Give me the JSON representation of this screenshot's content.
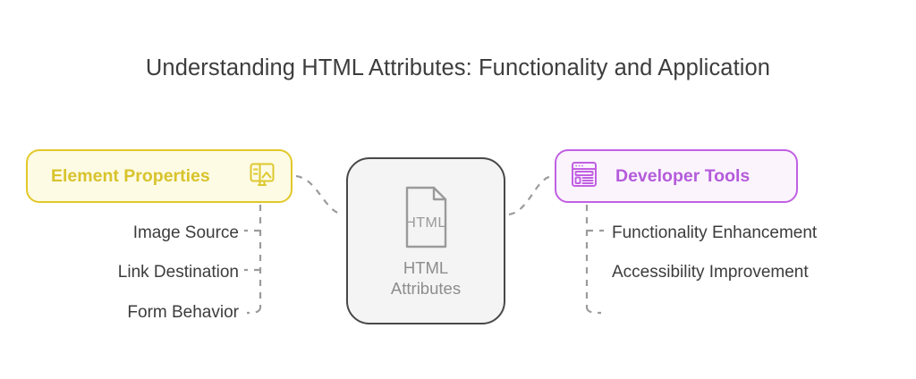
{
  "page": {
    "title": "Understanding HTML Attributes: Functionality and Application",
    "background": "#ffffff"
  },
  "center_node": {
    "icon": "html-document-icon",
    "icon_text": "HTML",
    "label_line1": "HTML",
    "label_line2": "Attributes",
    "border_color": "#484848",
    "fill_color": "#f4f4f4",
    "text_color": "#8d8d8d"
  },
  "branches": [
    {
      "id": "element-properties",
      "side": "left",
      "label": "Element Properties",
      "icon": "monitor-image-icon",
      "border_color": "#e2c829",
      "fill_color": "#fdfbe4",
      "text_color": "#d8c32c",
      "items": [
        "Image Source",
        "Link Destination",
        "Form Behavior"
      ]
    },
    {
      "id": "developer-tools",
      "side": "right",
      "label": "Developer Tools",
      "icon": "browser-window-icon",
      "border_color": "#c160e2",
      "fill_color": "#fbf4fd",
      "text_color": "#b45bdb",
      "items": [
        "Functionality Enhancement",
        "Accessibility Improvement"
      ]
    }
  ],
  "connectors": {
    "color": "#9b9b9b",
    "style": "dashed"
  }
}
